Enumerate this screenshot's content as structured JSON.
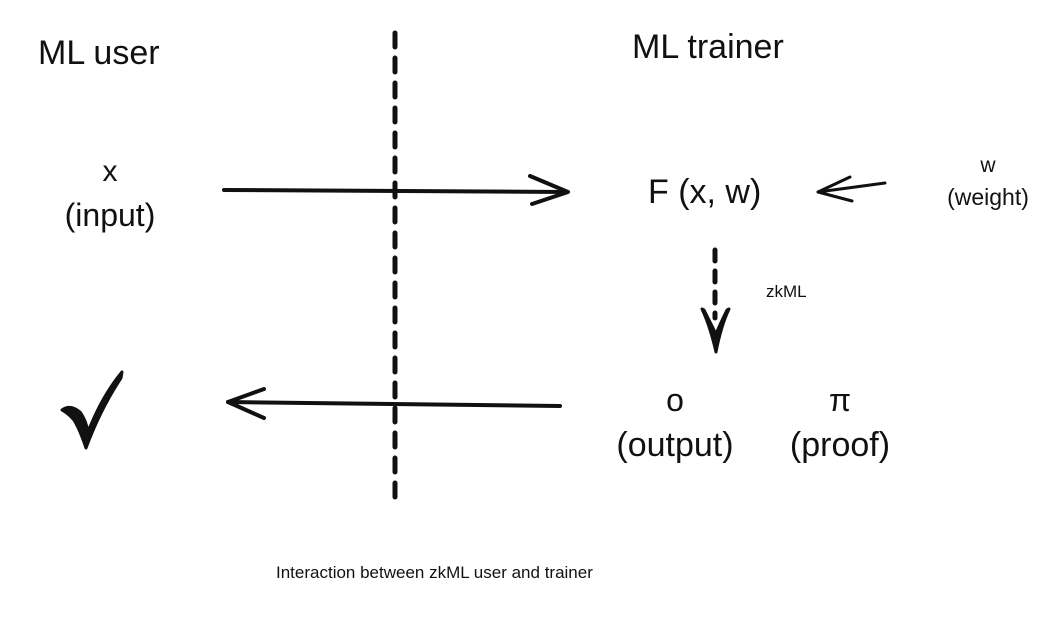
{
  "diagram": {
    "left_column": {
      "title": "ML user",
      "input_symbol": "x",
      "input_label": "(input)",
      "verified_icon": "check-mark-icon"
    },
    "right_column": {
      "title": "ML trainer",
      "function": "F (x, w)",
      "weight_symbol": "w",
      "weight_label": "(weight)",
      "process_label": "zkML",
      "output_symbol": "o",
      "output_label": "(output)",
      "proof_symbol": "π",
      "proof_label": "(proof)"
    },
    "caption": "Interaction between zkML user and trainer",
    "colors": {
      "ink": "#111111",
      "background": "#ffffff"
    }
  }
}
